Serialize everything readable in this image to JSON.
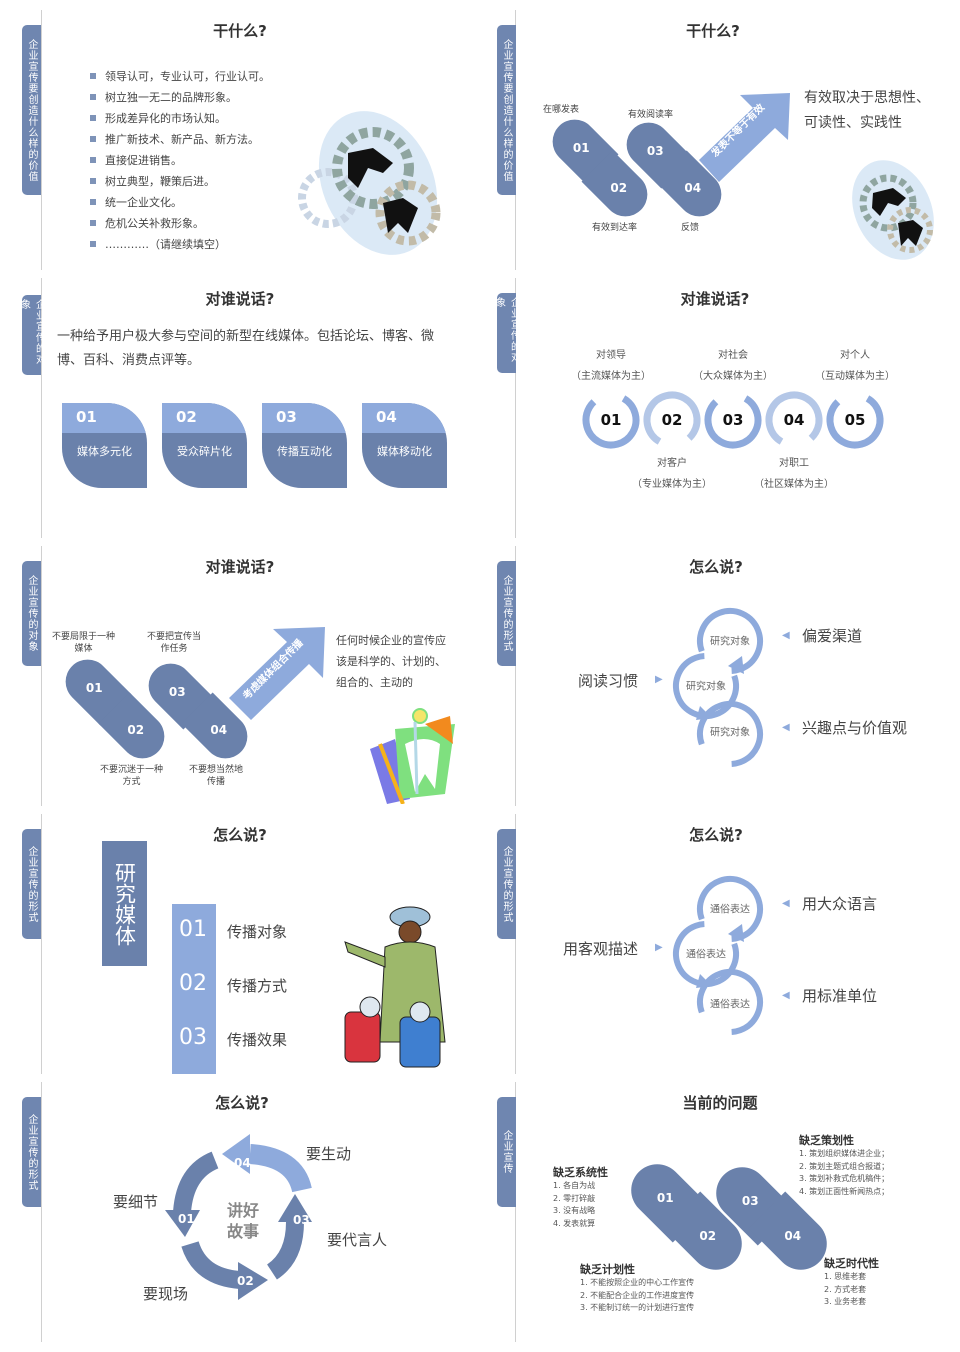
{
  "colors": {
    "dark": "#6a81ab",
    "light": "#8eaadc",
    "lighter": "#b4c7e7",
    "tab": "#6f86b0"
  },
  "s1": {
    "tab": "企业宣传要创造什么样的价值",
    "title": "干什么?",
    "bullets": [
      "领导认可，专业认可，行业认可。",
      "树立独一无二的品牌形象。",
      "形成差异化的市场认知。",
      "推广新技术、新产品、新方法。",
      "直接促进销售。",
      "树立典型，鞭策后进。",
      "统一企业文化。",
      "危机公关补救形象。",
      "…………（请继续填空）"
    ]
  },
  "s2": {
    "tab": "企业宣传要创造什么样的价值",
    "title": "干什么?",
    "nums": [
      "01",
      "02",
      "03",
      "04"
    ],
    "labels": [
      "在哪发表",
      "有效到达率",
      "有效阅读率",
      "反馈"
    ],
    "arrow": "发表不等于有效",
    "text": [
      "有效取决于思想性、",
      "可读性、实践性"
    ]
  },
  "s3": {
    "tab": "企业宣传的对象",
    "title": "对谁说话?",
    "para": "一种给予用户极大参与空间的新型在线媒体。包括论坛、博客、微博、百科、消费点评等。",
    "cards": [
      {
        "num": "01",
        "label": "媒体多元化"
      },
      {
        "num": "02",
        "label": "受众碎片化"
      },
      {
        "num": "03",
        "label": "传播互动化"
      },
      {
        "num": "04",
        "label": "媒体移动化"
      }
    ]
  },
  "s4": {
    "tab": "企业宣传的对象",
    "title": "对谁说话?",
    "rings": [
      {
        "num": "01",
        "name": "对领导",
        "sub": "（主流媒体为主）"
      },
      {
        "num": "02",
        "name": "对客户",
        "sub": "（专业媒体为主）"
      },
      {
        "num": "03",
        "name": "对社会",
        "sub": "（大众媒体为主）"
      },
      {
        "num": "04",
        "name": "对职工",
        "sub": "（社区媒体为主）"
      },
      {
        "num": "05",
        "name": "对个人",
        "sub": "（互动媒体为主）"
      }
    ]
  },
  "s5": {
    "tab": "企业宣传的对象",
    "title": "对谁说话?",
    "nums": [
      "01",
      "02",
      "03",
      "04"
    ],
    "labels": [
      [
        "不要局限于一种",
        "媒体"
      ],
      [
        "不要沉迷于一种",
        "方式"
      ],
      [
        "不要把宣传当",
        "作任务"
      ],
      [
        "不要想当然地",
        "传播"
      ]
    ],
    "arrow": "考虑媒体组合传播",
    "text": [
      "任何时候企业的宣传应",
      "该是科学的、计划的、",
      "组合的、主动的"
    ]
  },
  "s6": {
    "tab": "企业宣传的形式",
    "title": "怎么说?",
    "left": "阅读习惯",
    "center": "研究对象",
    "right": [
      "偏爱渠道",
      "兴趣点与价值观"
    ]
  },
  "s7": {
    "tab": "企业宣传的形式",
    "title": "怎么说?",
    "box": "研究媒体",
    "items": [
      {
        "num": "01",
        "label": "传播对象"
      },
      {
        "num": "02",
        "label": "传播方式"
      },
      {
        "num": "03",
        "label": "传播效果"
      }
    ]
  },
  "s8": {
    "tab": "企业宣传的形式",
    "title": "怎么说?",
    "left": "用客观描述",
    "center": "通俗表达",
    "right": [
      "用大众语言",
      "用标准单位"
    ]
  },
  "s9": {
    "tab": "企业宣传的形式",
    "title": "怎么说?",
    "center": "讲好故事",
    "steps": [
      {
        "num": "01",
        "label": "要细节"
      },
      {
        "num": "02",
        "label": "要现场"
      },
      {
        "num": "03",
        "label": "要代言人"
      },
      {
        "num": "04",
        "label": "要生动"
      }
    ]
  },
  "s10": {
    "tab": "企业宣传",
    "title": "当前的问题",
    "nums": [
      "01",
      "02",
      "03",
      "04"
    ],
    "groups": [
      {
        "head": "缺乏系统性",
        "items": [
          "1.  各自为战",
          "2.  零打碎敲",
          "3.  没有战略",
          "4.  发表就算"
        ]
      },
      {
        "head": "缺乏计划性",
        "items": [
          "1.  不能按照企业的中心工作宣传",
          "2.  不能配合企业的工作进度宣传",
          "3.  不能制订统一的计划进行宣传"
        ]
      },
      {
        "head": "缺乏策划性",
        "items": [
          "1.  策划组织媒体进企业；",
          "2.  策划主题式组合报道；",
          "3.  策划补救式危机稿件；",
          "4.  策划正面性新闻热点；"
        ]
      },
      {
        "head": "缺乏时代性",
        "items": [
          "1.  思维老套",
          "2.  方式老套",
          "3.  业务老套"
        ]
      }
    ]
  }
}
